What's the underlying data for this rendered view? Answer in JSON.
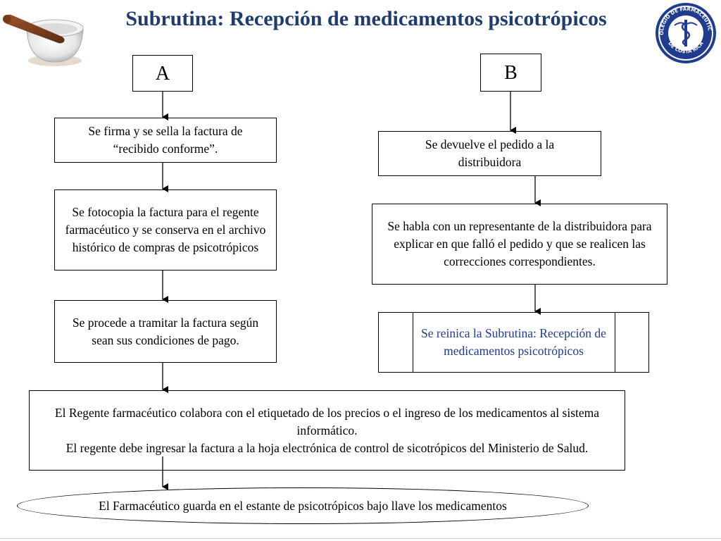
{
  "title": "Subrutina:  Recepción de medicamentos psicotrópicos",
  "logos": {
    "left_icon": "mortar-and-pestle-icon",
    "right_seal_text": "COLEGIO DE FARMACEUTICOS DE COSTA RICA"
  },
  "branch_a": {
    "label": "A",
    "steps": [
      "Se firma y se sella la factura de “recibido conforme”.",
      "Se fotocopia la factura para el regente farmacéutico y se conserva en el archivo histórico de compras de psicotrópicos",
      "Se procede a tramitar la factura según sean sus condiciones de pago."
    ]
  },
  "branch_b": {
    "label": "B",
    "steps": [
      "Se devuelve el pedido a la distribuidora",
      "Se habla con un representante de la distribuidora para explicar en que falló el pedido y que se realicen las correcciones correspondientes."
    ],
    "subroutine_text": "Se reinica la Subrutina: Recepción de medicamentos psicotrópicos"
  },
  "merge": {
    "line1": "El Regente farmacéutico colabora con el etiquetado de los precios o el ingreso de los medicamentos al sistema informático.",
    "line2": "El regente debe ingresar la factura a la hoja electrónica de control de sicotrópicos del Ministerio de Salud."
  },
  "terminal": "El Farmacéutico  guarda en el estante de psicotrópicos bajo llave los medicamentos",
  "colors": {
    "title": "#1f3c6e",
    "subroutine_text": "#1f3c8f",
    "seal_blue": "#1f3c8f"
  }
}
